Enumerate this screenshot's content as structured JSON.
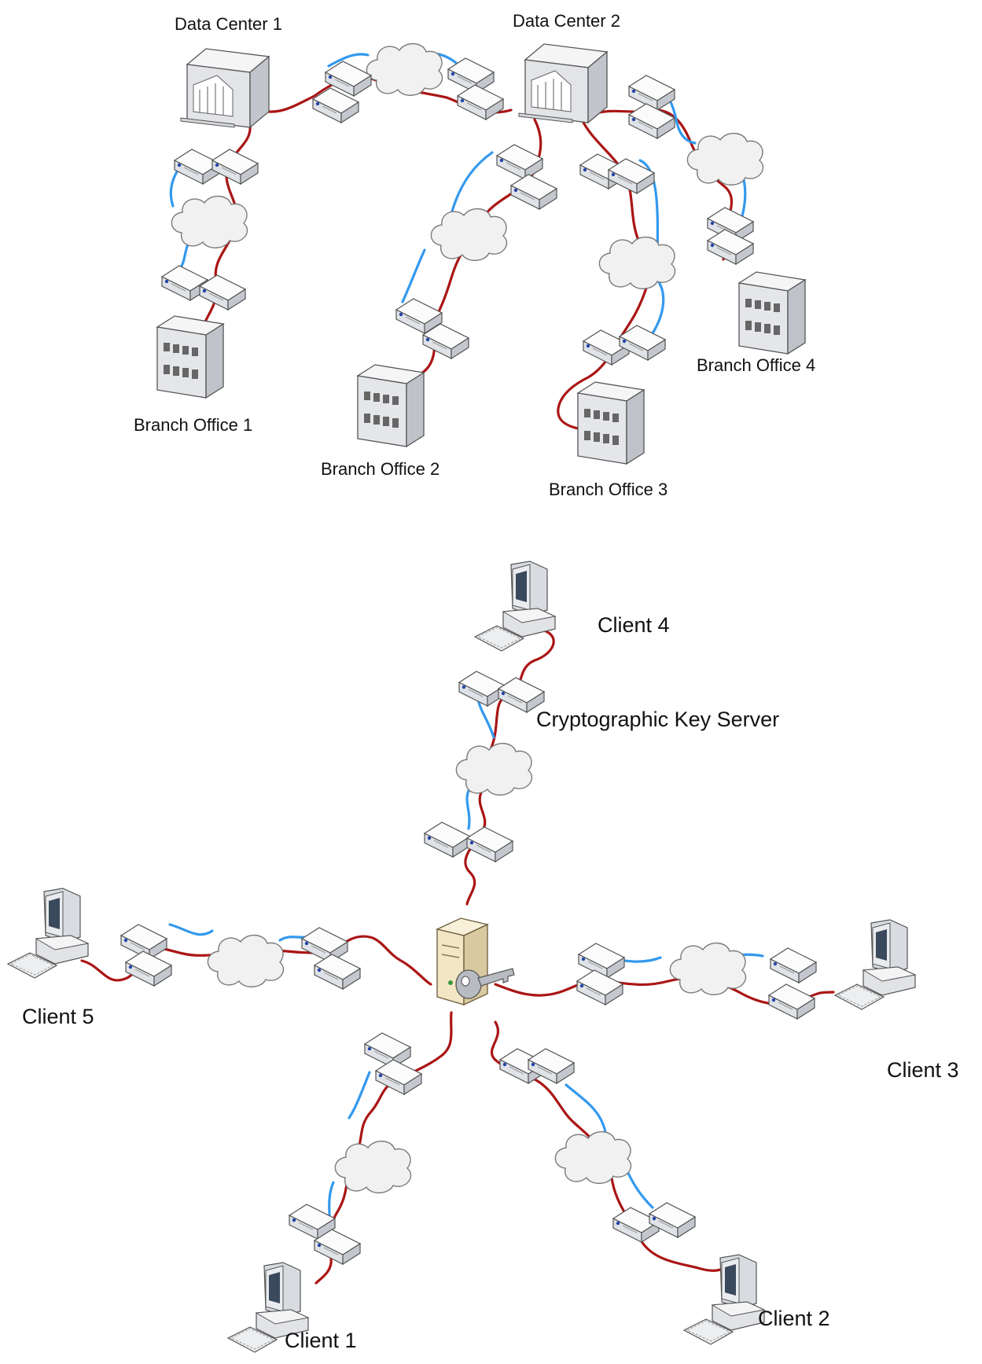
{
  "colors": {
    "wan_link": "#3399ee",
    "lan_link": "#aa1515",
    "device_fill": "#eef0f2",
    "device_stroke": "#555555",
    "cloud_fill": "#f1f1f1",
    "server_fill": "#f2e6c4",
    "key_fill": "#b8bcc2"
  },
  "top_diagram": {
    "data_center_1": "Data Center 1",
    "data_center_2": "Data Center 2",
    "branch_office_1": "Branch Office 1",
    "branch_office_2": "Branch Office 2",
    "branch_office_3": "Branch Office 3",
    "branch_office_4": "Branch Office 4"
  },
  "bottom_diagram": {
    "key_server": "Cryptographic Key Server",
    "client_1": "Client 1",
    "client_2": "Client 2",
    "client_3": "Client 3",
    "client_4": "Client 4",
    "client_5": "Client 5"
  },
  "icons": {
    "data_center": "datacenter-icon",
    "branch_office": "office-building-icon",
    "router": "router-icon",
    "cloud": "network-cloud-icon",
    "client": "workstation-icon",
    "key_server": "key-server-icon"
  }
}
